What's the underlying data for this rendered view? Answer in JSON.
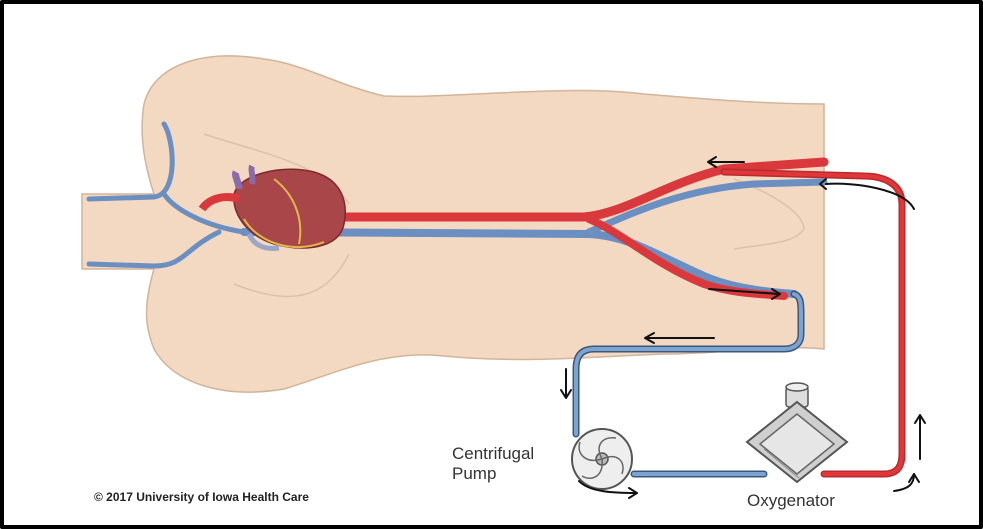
{
  "labels": {
    "pump_line1": "Centrifugal",
    "pump_line2": "Pump",
    "oxygenator": "Oxygenator",
    "copyright": "© 2017 University of Iowa Health Care"
  },
  "icons": {
    "pump": "centrifugal-pump-icon",
    "oxygenator": "oxygenator-icon",
    "heart": "heart-icon"
  },
  "colors": {
    "skin": "#f3d9c2",
    "skin_outline": "#d2b49a",
    "artery": "#d9383c",
    "vein": "#6a8fc0",
    "circuit_blue": "#5d86b8",
    "circuit_red": "#e0383a",
    "arrow": "#111111"
  }
}
